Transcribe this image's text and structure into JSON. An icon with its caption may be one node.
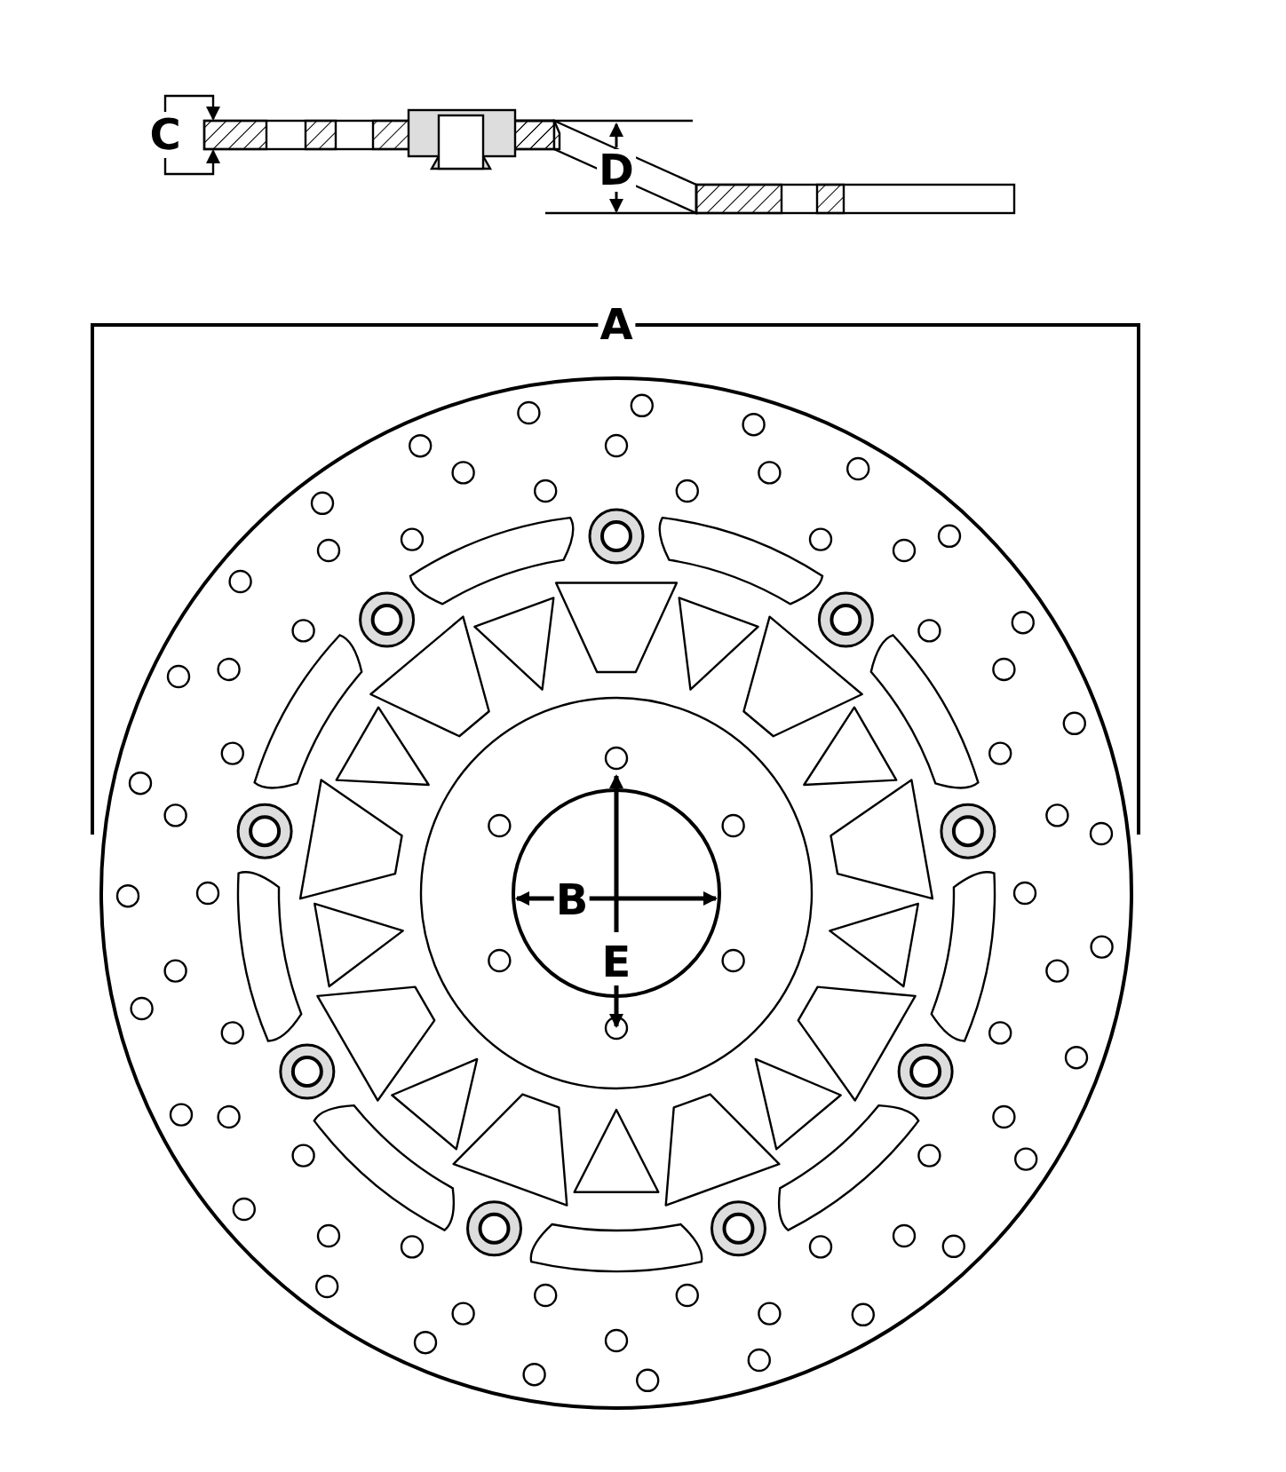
{
  "diagram": {
    "labels": [
      "C",
      "D",
      "A",
      "B",
      "E"
    ]
  }
}
